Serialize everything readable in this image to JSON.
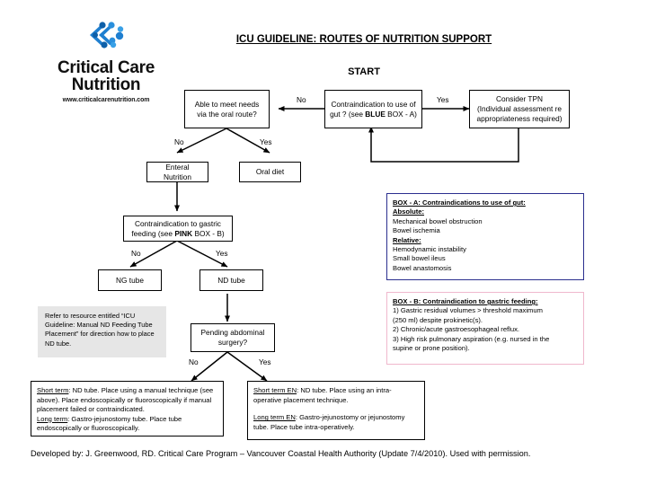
{
  "logo": {
    "name_line1": "Critical Care",
    "name_line2": "Nutrition",
    "url": "www.criticalcarenutrition.com",
    "mark_icon": "blue-chevron-dots-logo-icon",
    "brand_color": "#1f7fd0"
  },
  "header": {
    "title": "ICU GUIDELINE: ROUTES OF NUTRITION SUPPORT",
    "start_label": "START"
  },
  "nodes": {
    "oral_route": "Able to meet needs\nvia the oral route?",
    "contra_gut_pre": "Contraindication to use of\ngut ? (see ",
    "contra_gut_bold": "BLUE",
    "contra_gut_post": " BOX - A)",
    "consider_tpn": "Consider TPN\n(Individual assessment re\nappropriateness required)",
    "enteral_nutrition": "Enteral Nutrition",
    "oral_diet": "Oral diet",
    "contra_gastric_pre": "Contraindication to gastric\nfeeding (see ",
    "contra_gastric_bold": "PINK",
    "contra_gastric_post": " BOX - B)",
    "ng_tube": "NG tube",
    "nd_tube": "ND tube",
    "pending_surgery": "Pending abdominal\nsurgery?"
  },
  "edge_labels": {
    "gut_no": "No",
    "gut_yes": "Yes",
    "oral_no": "No",
    "oral_yes": "Yes",
    "gastric_no": "No",
    "gastric_yes": "Yes",
    "surgery_no": "No",
    "surgery_yes": "Yes"
  },
  "box_a": {
    "border_color": "#2b2f8f",
    "heading": "BOX - A: Contraindications to use of gut:",
    "sub1": "Absolute:",
    "items1": [
      "Mechanical bowel obstruction",
      "Bowel ischemia"
    ],
    "sub2": "Relative:",
    "items2": [
      "Hemodynamic instability",
      "Small bowel ileus",
      "Bowel anastomosis"
    ]
  },
  "box_b": {
    "border_color": "#f0b8cd",
    "heading": "BOX - B: Contraindication to gastric feeding:",
    "lines": [
      "1) Gastric residual volumes > threshold maximum",
      "(250 ml) despite prokinetic(s).",
      "2) Chronic/acute gastroesophageal reflux.",
      "3) High risk pulmonary aspiration (e.g. nursed in the",
      "supine or prone position)."
    ]
  },
  "gray_note": {
    "text": "Refer to resource entitled “ICU Guideline: Manual ND Feeding Tube Placement” for direction how to place ND tube."
  },
  "outcome_left": {
    "short_label": "Short term",
    "short_text": ": ND tube. Place using a manual technique (see above). Place endoscopically or fluoroscopically if manual placement failed or contraindicated.",
    "long_label": "Long term",
    "long_text": ": Gastro-jejunostomy tube. Place tube endoscopically or fluoroscopically."
  },
  "outcome_right": {
    "short_label": "Short term EN",
    "short_text": ": ND tube. Place using an intra-operative placement technique.",
    "long_label": "Long term EN",
    "long_text": ": Gastro-jejunostomy or jejunostomy tube. Place tube intra-operatively."
  },
  "footer": {
    "text": "Developed by: J. Greenwood, RD. Critical Care Program – Vancouver Coastal Health Authority (Update 7/4/2010). Used with permission."
  }
}
